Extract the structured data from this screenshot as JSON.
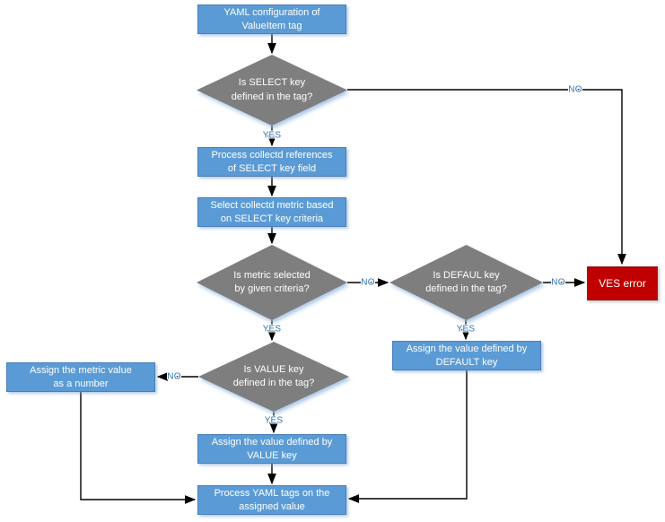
{
  "labels": {
    "yes": "YES",
    "no": "NO"
  },
  "nodes": {
    "start": {
      "type": "process",
      "label": "YAML configuration of\nValueItem tag"
    },
    "d_select": {
      "type": "decision",
      "label": "Is SELECT key\ndefined in the tag?"
    },
    "p_refs": {
      "type": "process",
      "label": "Process collectd references\nof SELECT key field"
    },
    "p_select_metric": {
      "type": "process",
      "label": "Select collectd metric based\non SELECT key criteria"
    },
    "d_metric": {
      "type": "decision",
      "label": "Is metric selected\nby given criteria?"
    },
    "d_default": {
      "type": "decision",
      "label": "Is DEFAUL key\ndefined in the tag?"
    },
    "err": {
      "type": "error",
      "label": "VES error"
    },
    "p_default": {
      "type": "process",
      "label": "Assign the value defined by\nDEFAULT key"
    },
    "d_value": {
      "type": "decision",
      "label": "Is VALUE key\ndefined in the tag?"
    },
    "p_number": {
      "type": "process",
      "label": "Assign the metric value\nas a number"
    },
    "p_value": {
      "type": "process",
      "label": "Assign the value defined by\nVALUE key"
    },
    "p_process_tags": {
      "type": "process",
      "label": "Process YAML tags on the\nassigned value"
    }
  },
  "colors": {
    "process_fill": "#5B9BD5",
    "process_border": "#4A7EBB",
    "decision_fill": "#7E7E7E",
    "error_fill": "#C00000",
    "error_border": "#8E2020",
    "connector": "#000000",
    "label_text": "#2E75B6",
    "node_text": "#FFFFFF"
  }
}
